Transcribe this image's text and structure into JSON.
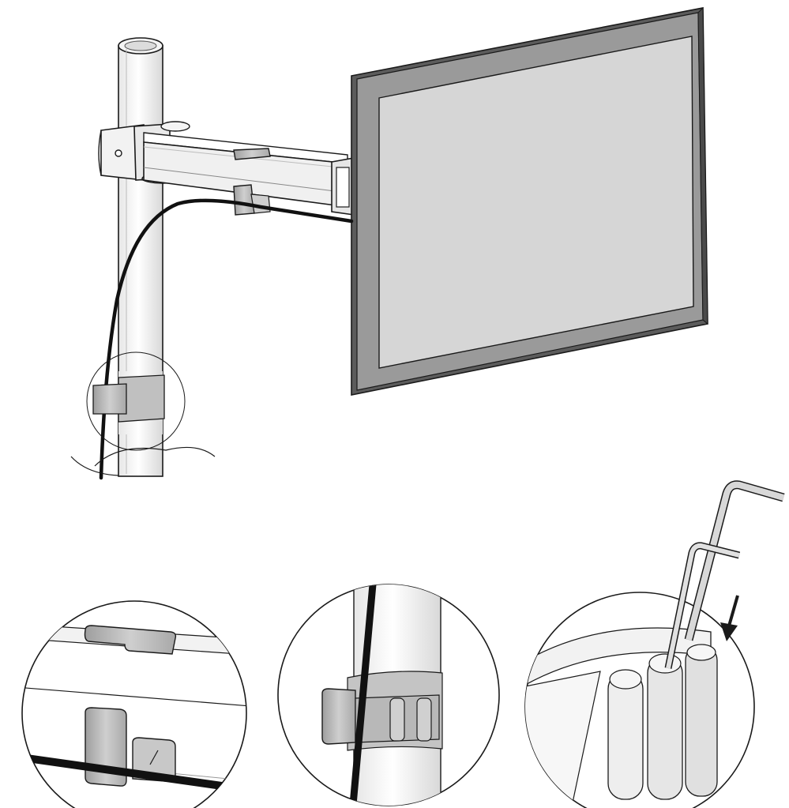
{
  "illustration": {
    "main": {
      "components": [
        "pole",
        "monitor-arm",
        "monitor",
        "cable",
        "cable-clip-top",
        "cable-clip-bottom",
        "pole-cable-clip"
      ]
    },
    "details": [
      {
        "id": "detail-arm-clips",
        "components": [
          "arm-rail",
          "cable-clip-top",
          "cable-clip-bottom",
          "cable"
        ]
      },
      {
        "id": "detail-pole-clip",
        "components": [
          "pole",
          "pole-cable-clip",
          "cable"
        ]
      },
      {
        "id": "detail-hex-keys",
        "components": [
          "base-housing",
          "hex-key-large",
          "hex-key-small",
          "down-arrow-icon"
        ]
      }
    ]
  },
  "colors": {
    "outline": "#1a1a1a",
    "screen": "#d6d6d6",
    "bezel": "#9a9a9a",
    "bezel-dark": "#5c5c5c",
    "metal-light": "#f0f0f0",
    "metal-mid": "#c8c8c8",
    "clip": "#b4b4b4",
    "cable": "#111111"
  }
}
